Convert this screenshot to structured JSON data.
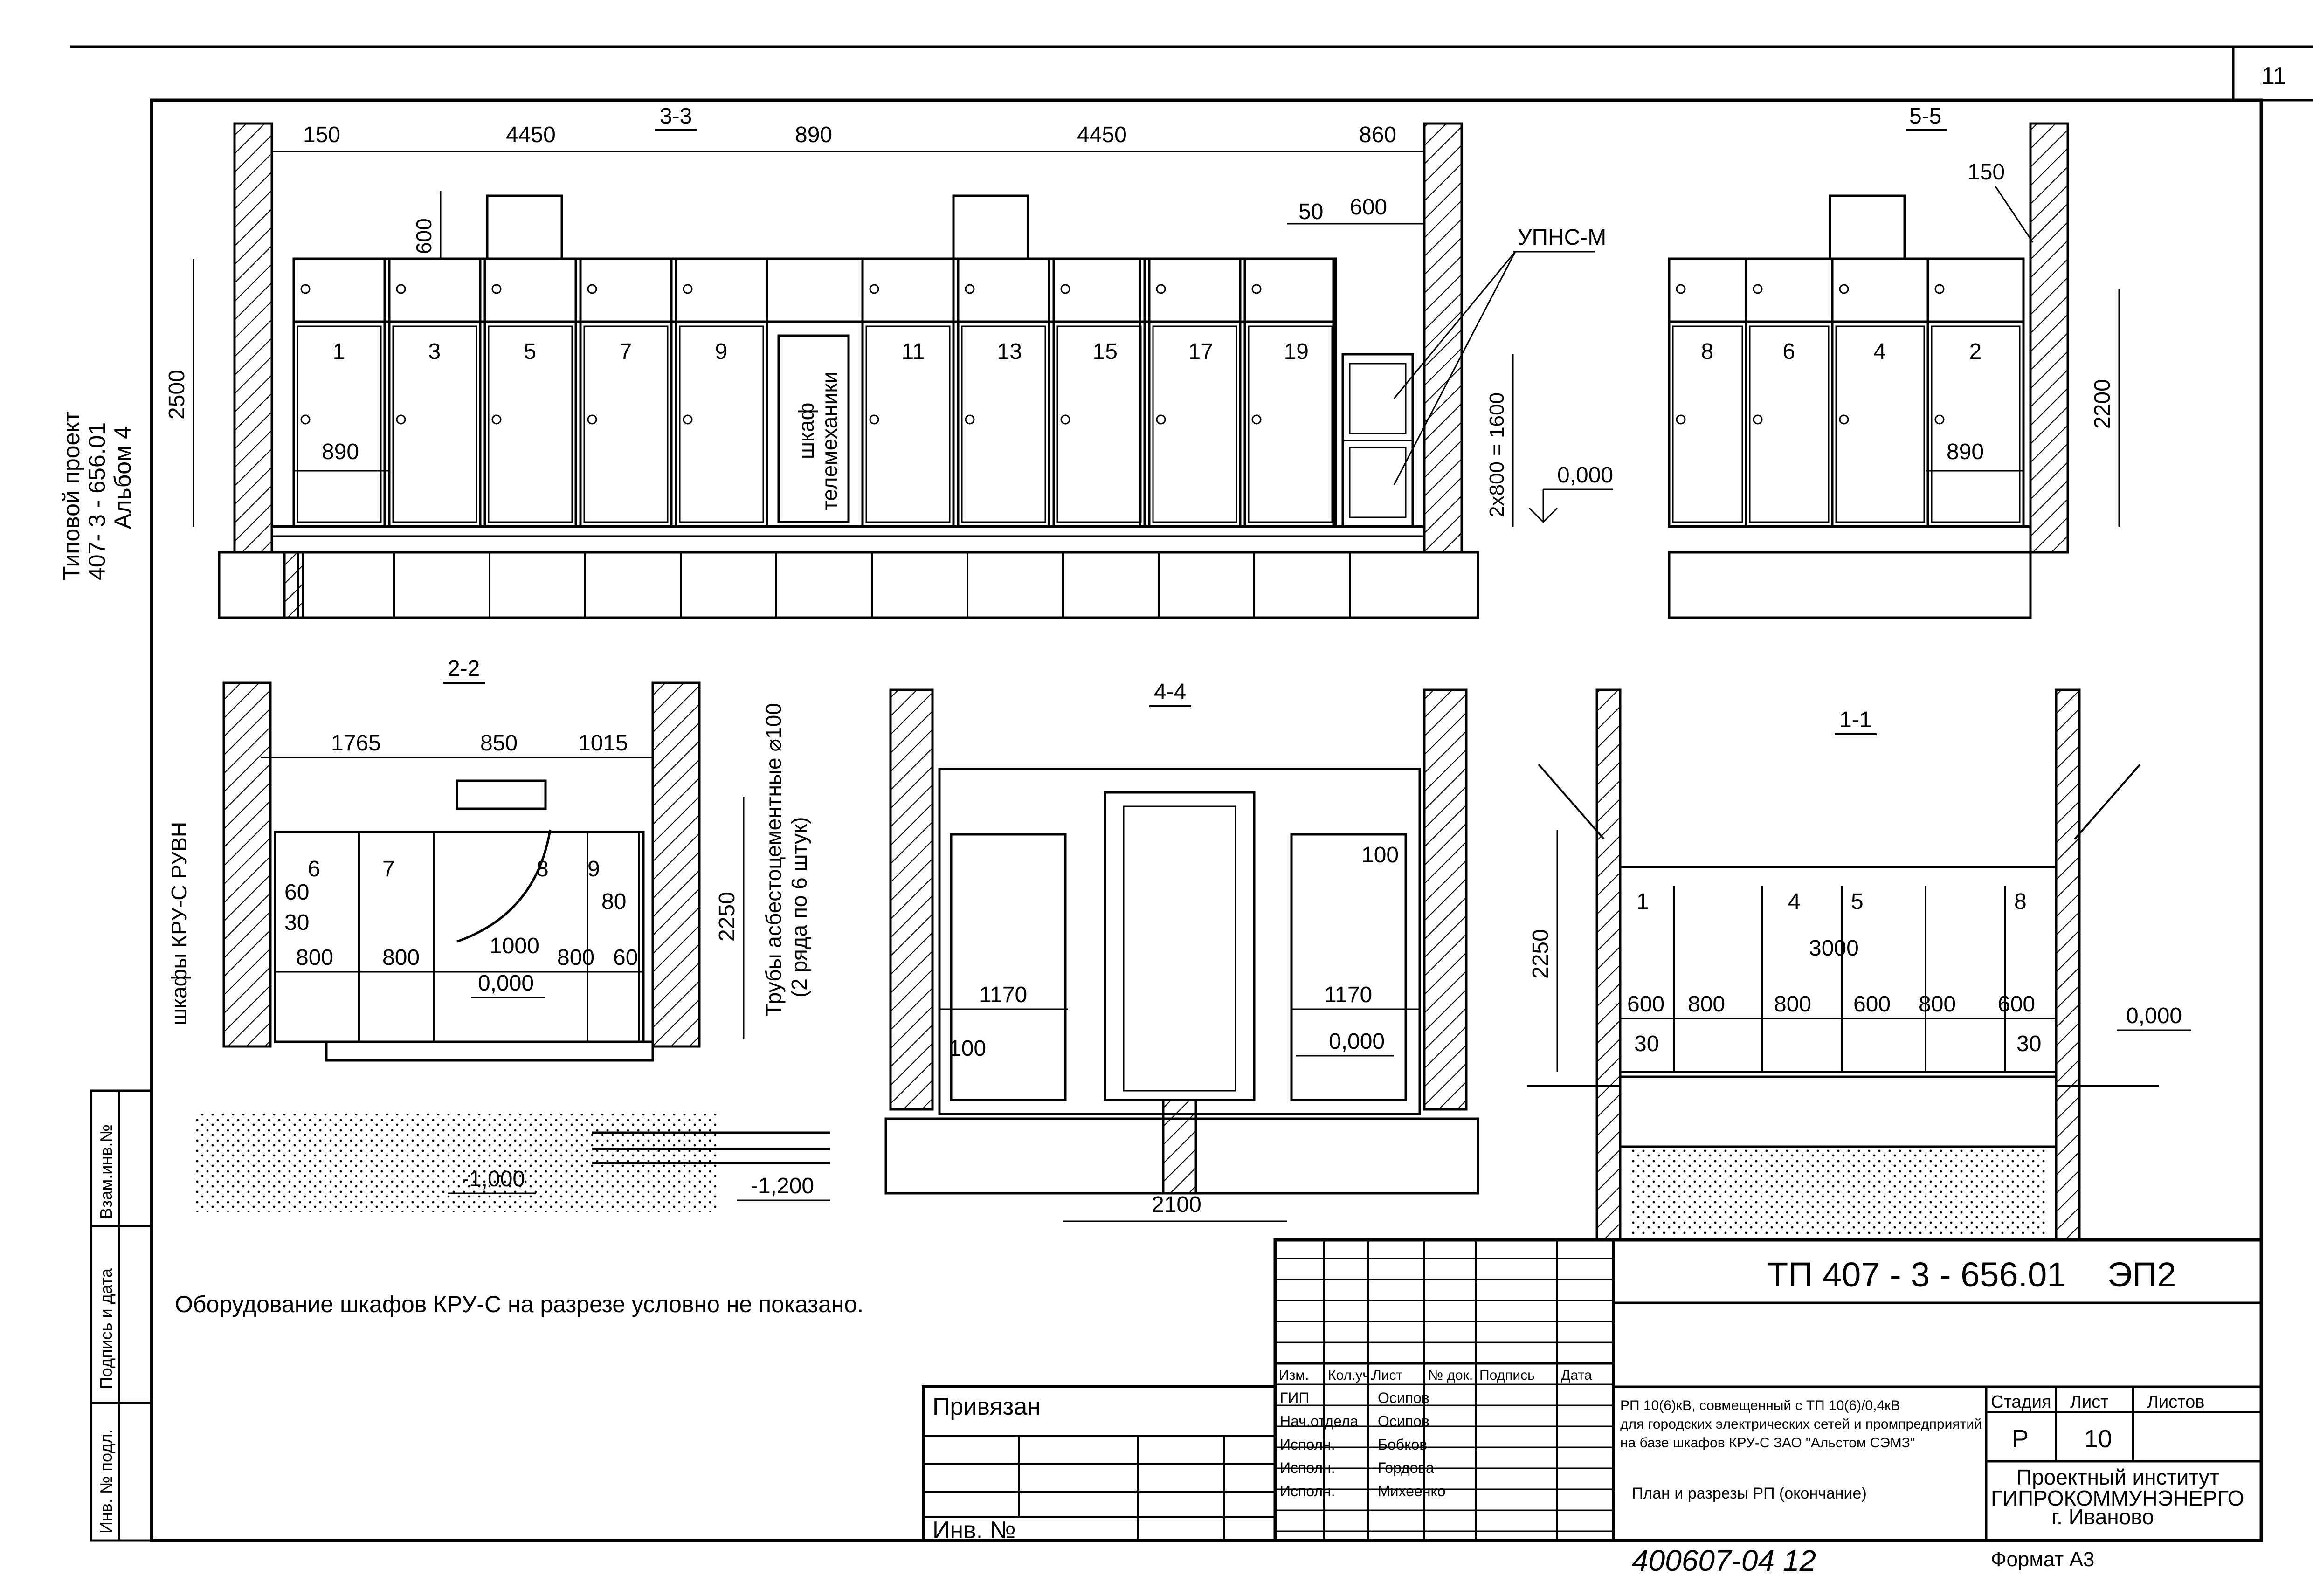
{
  "page_number": "11",
  "side": {
    "project_line1": "Типовой проект",
    "project_line2": "407- 3 - 656.01",
    "project_line3": "Альбом 4"
  },
  "left_stamp": [
    "Взам.инв.№",
    "Подпись и дата",
    "Инв. № подл."
  ],
  "sections": {
    "s33": {
      "title": "3-3",
      "dims": [
        "150",
        "4450",
        "890",
        "4450",
        "860",
        "600",
        "50",
        "600",
        "2500",
        "890",
        "2х800 = 1600",
        "0,000"
      ],
      "cabinets": [
        "1",
        "3",
        "5",
        "7",
        "9",
        "11",
        "13",
        "15",
        "17",
        "19"
      ],
      "telemech_line1": "шкаф",
      "telemech_line2": "телемеханики",
      "upns": "УПНС-М"
    },
    "s55": {
      "title": "5-5",
      "dims": [
        "150",
        "2200",
        "890"
      ],
      "cabinets": [
        "8",
        "6",
        "4",
        "2"
      ]
    },
    "s22": {
      "title": "2-2",
      "dims": [
        "1765",
        "850",
        "1015",
        "2250",
        "60",
        "30",
        "80",
        "1000",
        "800",
        "800",
        "800",
        "60",
        "0,000",
        "-1,000",
        "-1,200"
      ],
      "cabinets": [
        "6",
        "7",
        "8",
        "9"
      ],
      "side_label": "шкафы КРУ-С РУВН",
      "pipes_line1": "Трубы асбестоцементные ⌀100",
      "pipes_line2": "(2 ряда по 6 штук)"
    },
    "s44": {
      "title": "4-4",
      "dims": [
        "100",
        "1170",
        "1170",
        "100",
        "0,000",
        "2100"
      ]
    },
    "s11": {
      "title": "1-1",
      "dims": [
        "2250",
        "3000",
        "600",
        "800",
        "800",
        "600",
        "800",
        "600",
        "30",
        "30",
        "0,000"
      ],
      "cabinets": [
        "1",
        "4",
        "5",
        "8"
      ]
    }
  },
  "note": "Оборудование шкафов КРУ-С на разрезе условно не показано.",
  "title_block": {
    "code": "ТП 407 - 3 - 656.01",
    "sheet_code": "ЭП2",
    "headers": [
      "Изм.",
      "Кол.уч.",
      "Лист",
      "№ док.",
      "Подпись",
      "Дата"
    ],
    "roles": [
      "ГИП",
      "Нач.отдела",
      "Исполн.",
      "Исполн.",
      "Исполн."
    ],
    "names": [
      "Осипов",
      "Осипов",
      "Бобков",
      "Гордова",
      "Михеенко"
    ],
    "desc_line1": "РП 10(6)кВ, совмещенный с ТП 10(6)/0,4кВ",
    "desc_line2": "для городских электрических сетей и промпредприятий",
    "desc_line3": "на базе шкафов КРУ-С ЗАО \"Альстом СЭМЗ\"",
    "sheet_title": "План и разрезы РП (окончание)",
    "stage_label": "Стадия",
    "sheet_label": "Лист",
    "sheets_label": "Листов",
    "stage": "Р",
    "sheet": "10",
    "org_line1": "Проектный институт",
    "org_line2": "ГИПРОКОММУНЭНЕРГО",
    "org_line3": "г. Иваново",
    "bound": "Привязан",
    "inv": "Инв. №",
    "format": "Формат А3",
    "handwritten": "400607-04   12"
  }
}
